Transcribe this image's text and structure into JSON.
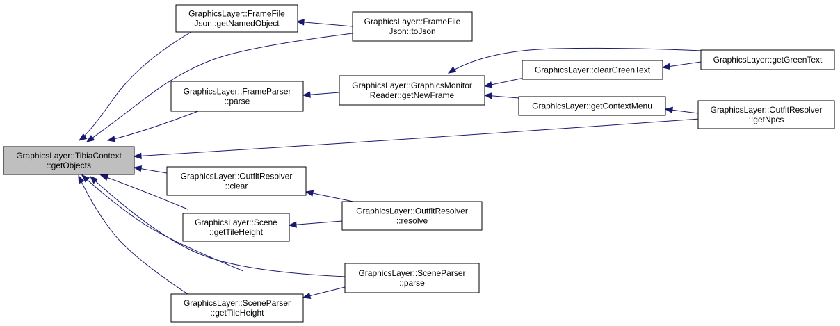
{
  "graph": {
    "edge_color": "#191970",
    "root_fill": "#bfbfbf",
    "nodes": [
      {
        "id": "getObjects",
        "lines": [
          "GraphicsLayer::TibiaContext",
          "::getObjects"
        ],
        "root": true
      },
      {
        "id": "getNamedObject",
        "lines": [
          "GraphicsLayer::FrameFile",
          "Json::getNamedObject"
        ]
      },
      {
        "id": "toJson",
        "lines": [
          "GraphicsLayer::FrameFile",
          "Json::toJson"
        ]
      },
      {
        "id": "frameParserParse",
        "lines": [
          "GraphicsLayer::FrameParser",
          "::parse"
        ]
      },
      {
        "id": "getNewFrame",
        "lines": [
          "GraphicsLayer::GraphicsMonitor",
          "Reader::getNewFrame"
        ]
      },
      {
        "id": "clearGreenText",
        "lines": [
          "GraphicsLayer::clearGreenText"
        ]
      },
      {
        "id": "getGreenText",
        "lines": [
          "GraphicsLayer::getGreenText"
        ]
      },
      {
        "id": "getContextMenu",
        "lines": [
          "GraphicsLayer::getContextMenu"
        ]
      },
      {
        "id": "getNpcs",
        "lines": [
          "GraphicsLayer::OutfitResolver",
          "::getNpcs"
        ]
      },
      {
        "id": "outfitClear",
        "lines": [
          "GraphicsLayer::OutfitResolver",
          "::clear"
        ]
      },
      {
        "id": "outfitResolve",
        "lines": [
          "GraphicsLayer::OutfitResolver",
          "::resolve"
        ]
      },
      {
        "id": "sceneGetTileHeight",
        "lines": [
          "GraphicsLayer::Scene",
          "::getTileHeight"
        ]
      },
      {
        "id": "sceneParserParse",
        "lines": [
          "GraphicsLayer::SceneParser",
          "::parse"
        ]
      },
      {
        "id": "sceneParserGetTileHeight",
        "lines": [
          "GraphicsLayer::SceneParser",
          "::getTileHeight"
        ]
      }
    ],
    "edges": [
      {
        "from": "getNamedObject",
        "to": "getObjects"
      },
      {
        "from": "toJson",
        "to": "getObjects"
      },
      {
        "from": "toJson",
        "to": "getNamedObject"
      },
      {
        "from": "frameParserParse",
        "to": "getObjects"
      },
      {
        "from": "getNewFrame",
        "to": "frameParserParse"
      },
      {
        "from": "getGreenText",
        "to": "getNewFrame"
      },
      {
        "from": "getGreenText",
        "to": "clearGreenText"
      },
      {
        "from": "clearGreenText",
        "to": "getNewFrame"
      },
      {
        "from": "getContextMenu",
        "to": "getNewFrame"
      },
      {
        "from": "getNpcs",
        "to": "getContextMenu"
      },
      {
        "from": "getNpcs",
        "to": "getObjects"
      },
      {
        "from": "outfitClear",
        "to": "getObjects"
      },
      {
        "from": "outfitResolve",
        "to": "outfitClear"
      },
      {
        "from": "outfitResolve",
        "to": "getObjects"
      },
      {
        "from": "sceneGetTileHeight",
        "to": "getObjects"
      },
      {
        "from": "outfitResolve",
        "to": "sceneGetTileHeight"
      },
      {
        "from": "sceneParserParse",
        "to": "getObjects"
      },
      {
        "from": "sceneParserGetTileHeight",
        "to": "getObjects"
      },
      {
        "from": "sceneParserParse",
        "to": "sceneParserGetTileHeight"
      }
    ]
  }
}
